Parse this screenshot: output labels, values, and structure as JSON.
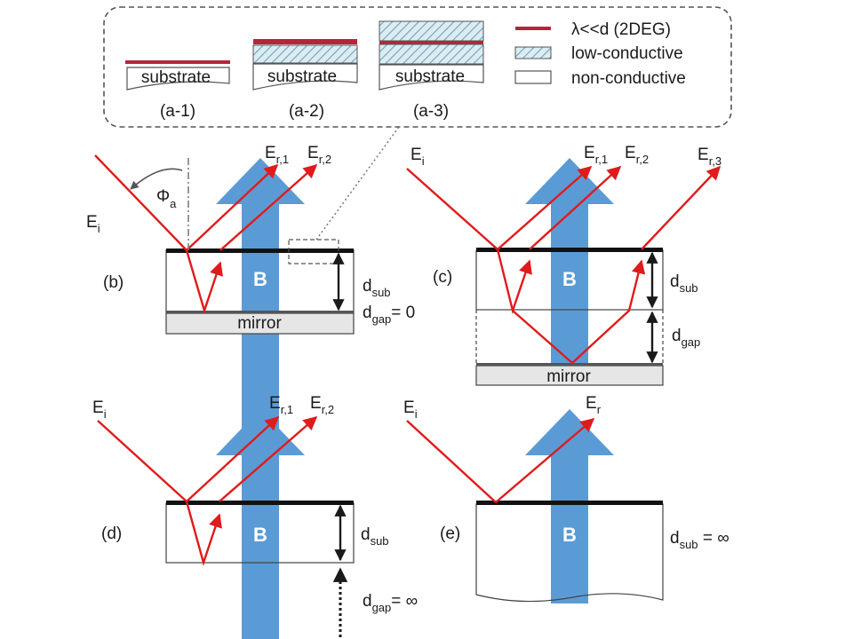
{
  "legend": {
    "panels": [
      {
        "substrate_label": "substrate",
        "caption": "(a-1)"
      },
      {
        "substrate_label": "substrate",
        "caption": "(a-2)"
      },
      {
        "substrate_label": "substrate",
        "caption": "(a-3)"
      }
    ],
    "key": [
      {
        "label": "λ<<d (2DEG)",
        "swatch": "red-line"
      },
      {
        "label": "low-conductive",
        "swatch": "hatched"
      },
      {
        "label": "non-conductive",
        "swatch": "empty"
      }
    ]
  },
  "panel_b": {
    "label": "(b)",
    "incident": {
      "main": "E",
      "sub": "i"
    },
    "refl_1": {
      "main": "E",
      "sub": "r,1"
    },
    "refl_2": {
      "main": "E",
      "sub": "r,2"
    },
    "angle": {
      "main": "Φ",
      "sub": "a"
    },
    "field": "B",
    "mirror": "mirror",
    "thickness": {
      "main": "d",
      "sub": "sub"
    },
    "gap": {
      "main": "d",
      "sub": "gap",
      "value": "= 0"
    }
  },
  "panel_c": {
    "label": "(c)",
    "incident": {
      "main": "E",
      "sub": "i"
    },
    "refl_1": {
      "main": "E",
      "sub": "r,1"
    },
    "refl_2": {
      "main": "E",
      "sub": "r,2"
    },
    "refl_3": {
      "main": "E",
      "sub": "r,3"
    },
    "field": "B",
    "mirror": "mirror",
    "thickness": {
      "main": "d",
      "sub": "sub"
    },
    "gap": {
      "main": "d",
      "sub": "gap"
    }
  },
  "panel_d": {
    "label": "(d)",
    "incident": {
      "main": "E",
      "sub": "i"
    },
    "refl_1": {
      "main": "E",
      "sub": "r,1"
    },
    "refl_2": {
      "main": "E",
      "sub": "r,2"
    },
    "field": "B",
    "thickness": {
      "main": "d",
      "sub": "sub"
    },
    "gap": {
      "main": "d",
      "sub": "gap",
      "value": "= ∞"
    }
  },
  "panel_e": {
    "label": "(e)",
    "incident": {
      "main": "E",
      "sub": "i"
    },
    "refl": {
      "main": "E",
      "sub": "r"
    },
    "field": "B",
    "thickness": {
      "main": "d",
      "sub": "sub",
      "value": " = ∞"
    }
  },
  "colors": {
    "ray": "#e01b1b",
    "field_arrow": "#5b9bd5",
    "mirror": "#e6e6e6",
    "hatch": "#7fb0c4",
    "hatch_bg": "#dcecf2",
    "layer": "#b3263a"
  }
}
